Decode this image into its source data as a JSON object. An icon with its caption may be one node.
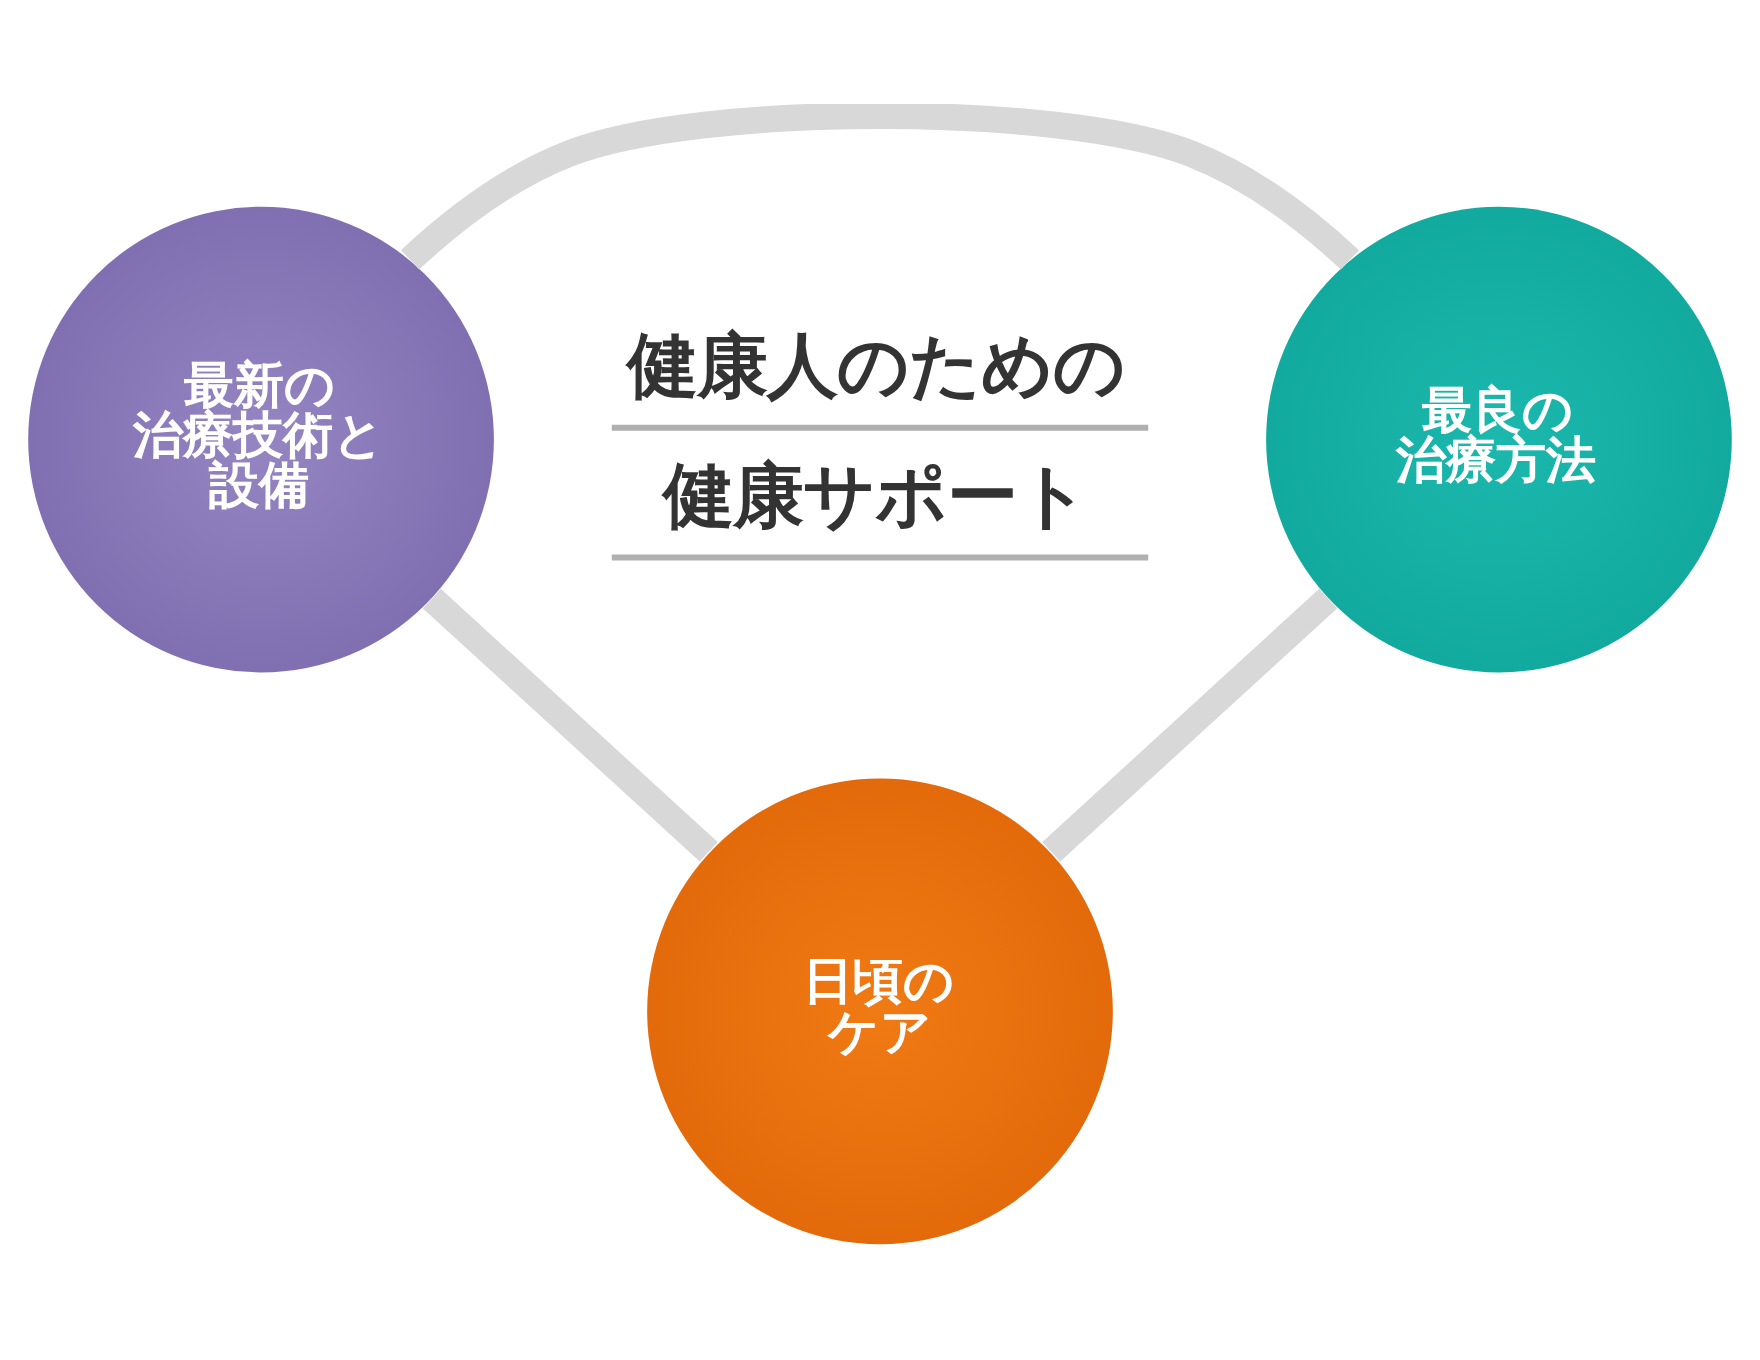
{
  "diagram": {
    "nodes": [
      {
        "text": [
          "最新の治療技術と設備"
        ]
      },
      {
        "text": [
          "最良の治療方法"
        ]
      },
      {
        "text": [
          "日頃のケア"
        ]
      }
    ],
    "edges": [
      {
        "from": 0,
        "to": 1,
        "arrow": "none"
      },
      {
        "from": 1,
        "to": 2,
        "arrow": "none"
      },
      {
        "from": 2,
        "to": 0,
        "arrow": "none"
      }
    ],
    "labels": [
      "健康人のための健康サポート"
    ]
  }
}
